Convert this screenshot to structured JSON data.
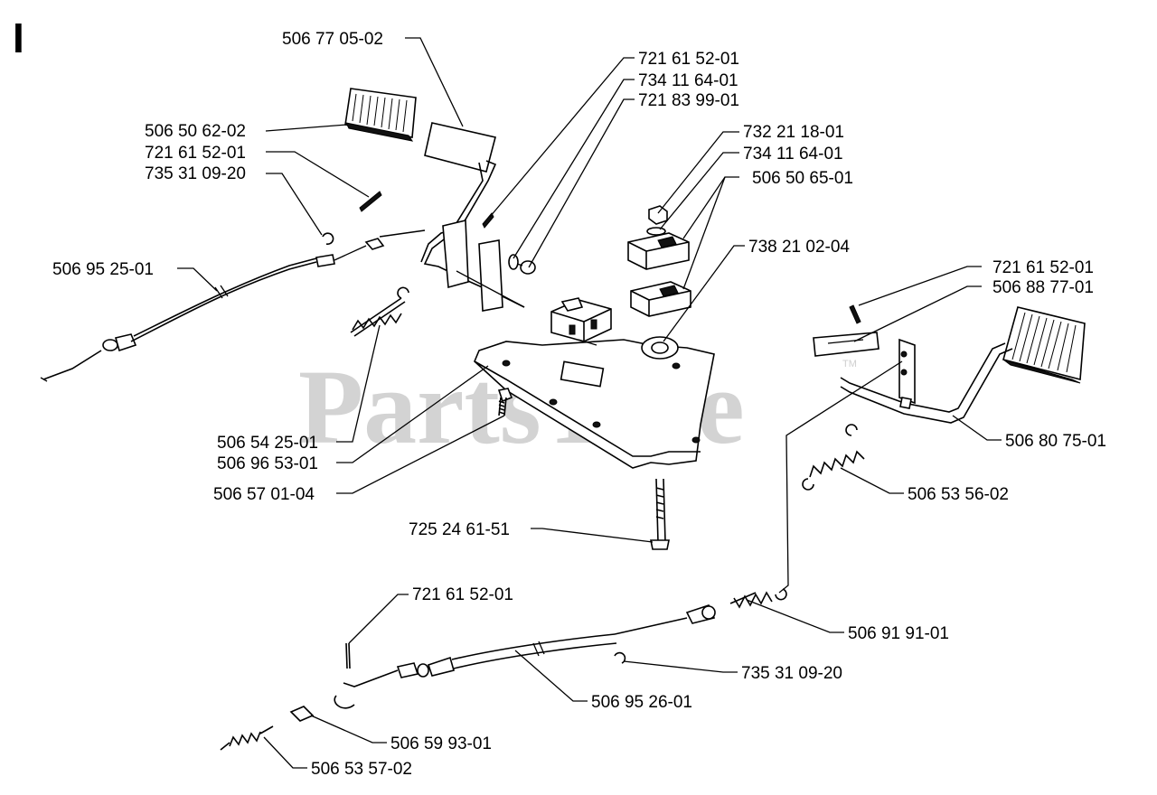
{
  "section_letter": "I",
  "watermark": "PartsTree",
  "watermark_tm": "TM",
  "labels": [
    "506 77 05-02",
    "506 50 62-02",
    "721 61 52-01",
    "735 31 09-20",
    "506 95 25-01",
    "721 61 52-01",
    "734 11 64-01",
    "721 83 99-01",
    "732 21 18-01",
    "734 11 64-01",
    "506 50 65-01",
    "738 21 02-04",
    "721 61 52-01",
    "506 88 77-01",
    "506 80 75-01",
    "506 53 56-02",
    "506 54 25-01",
    "506 96 53-01",
    "506 57 01-04",
    "725 24 61-51",
    "721 61 52-01",
    "506 91 91-01",
    "735 31 09-20",
    "506 95 26-01",
    "506 59 93-01",
    "506 53 57-02"
  ]
}
